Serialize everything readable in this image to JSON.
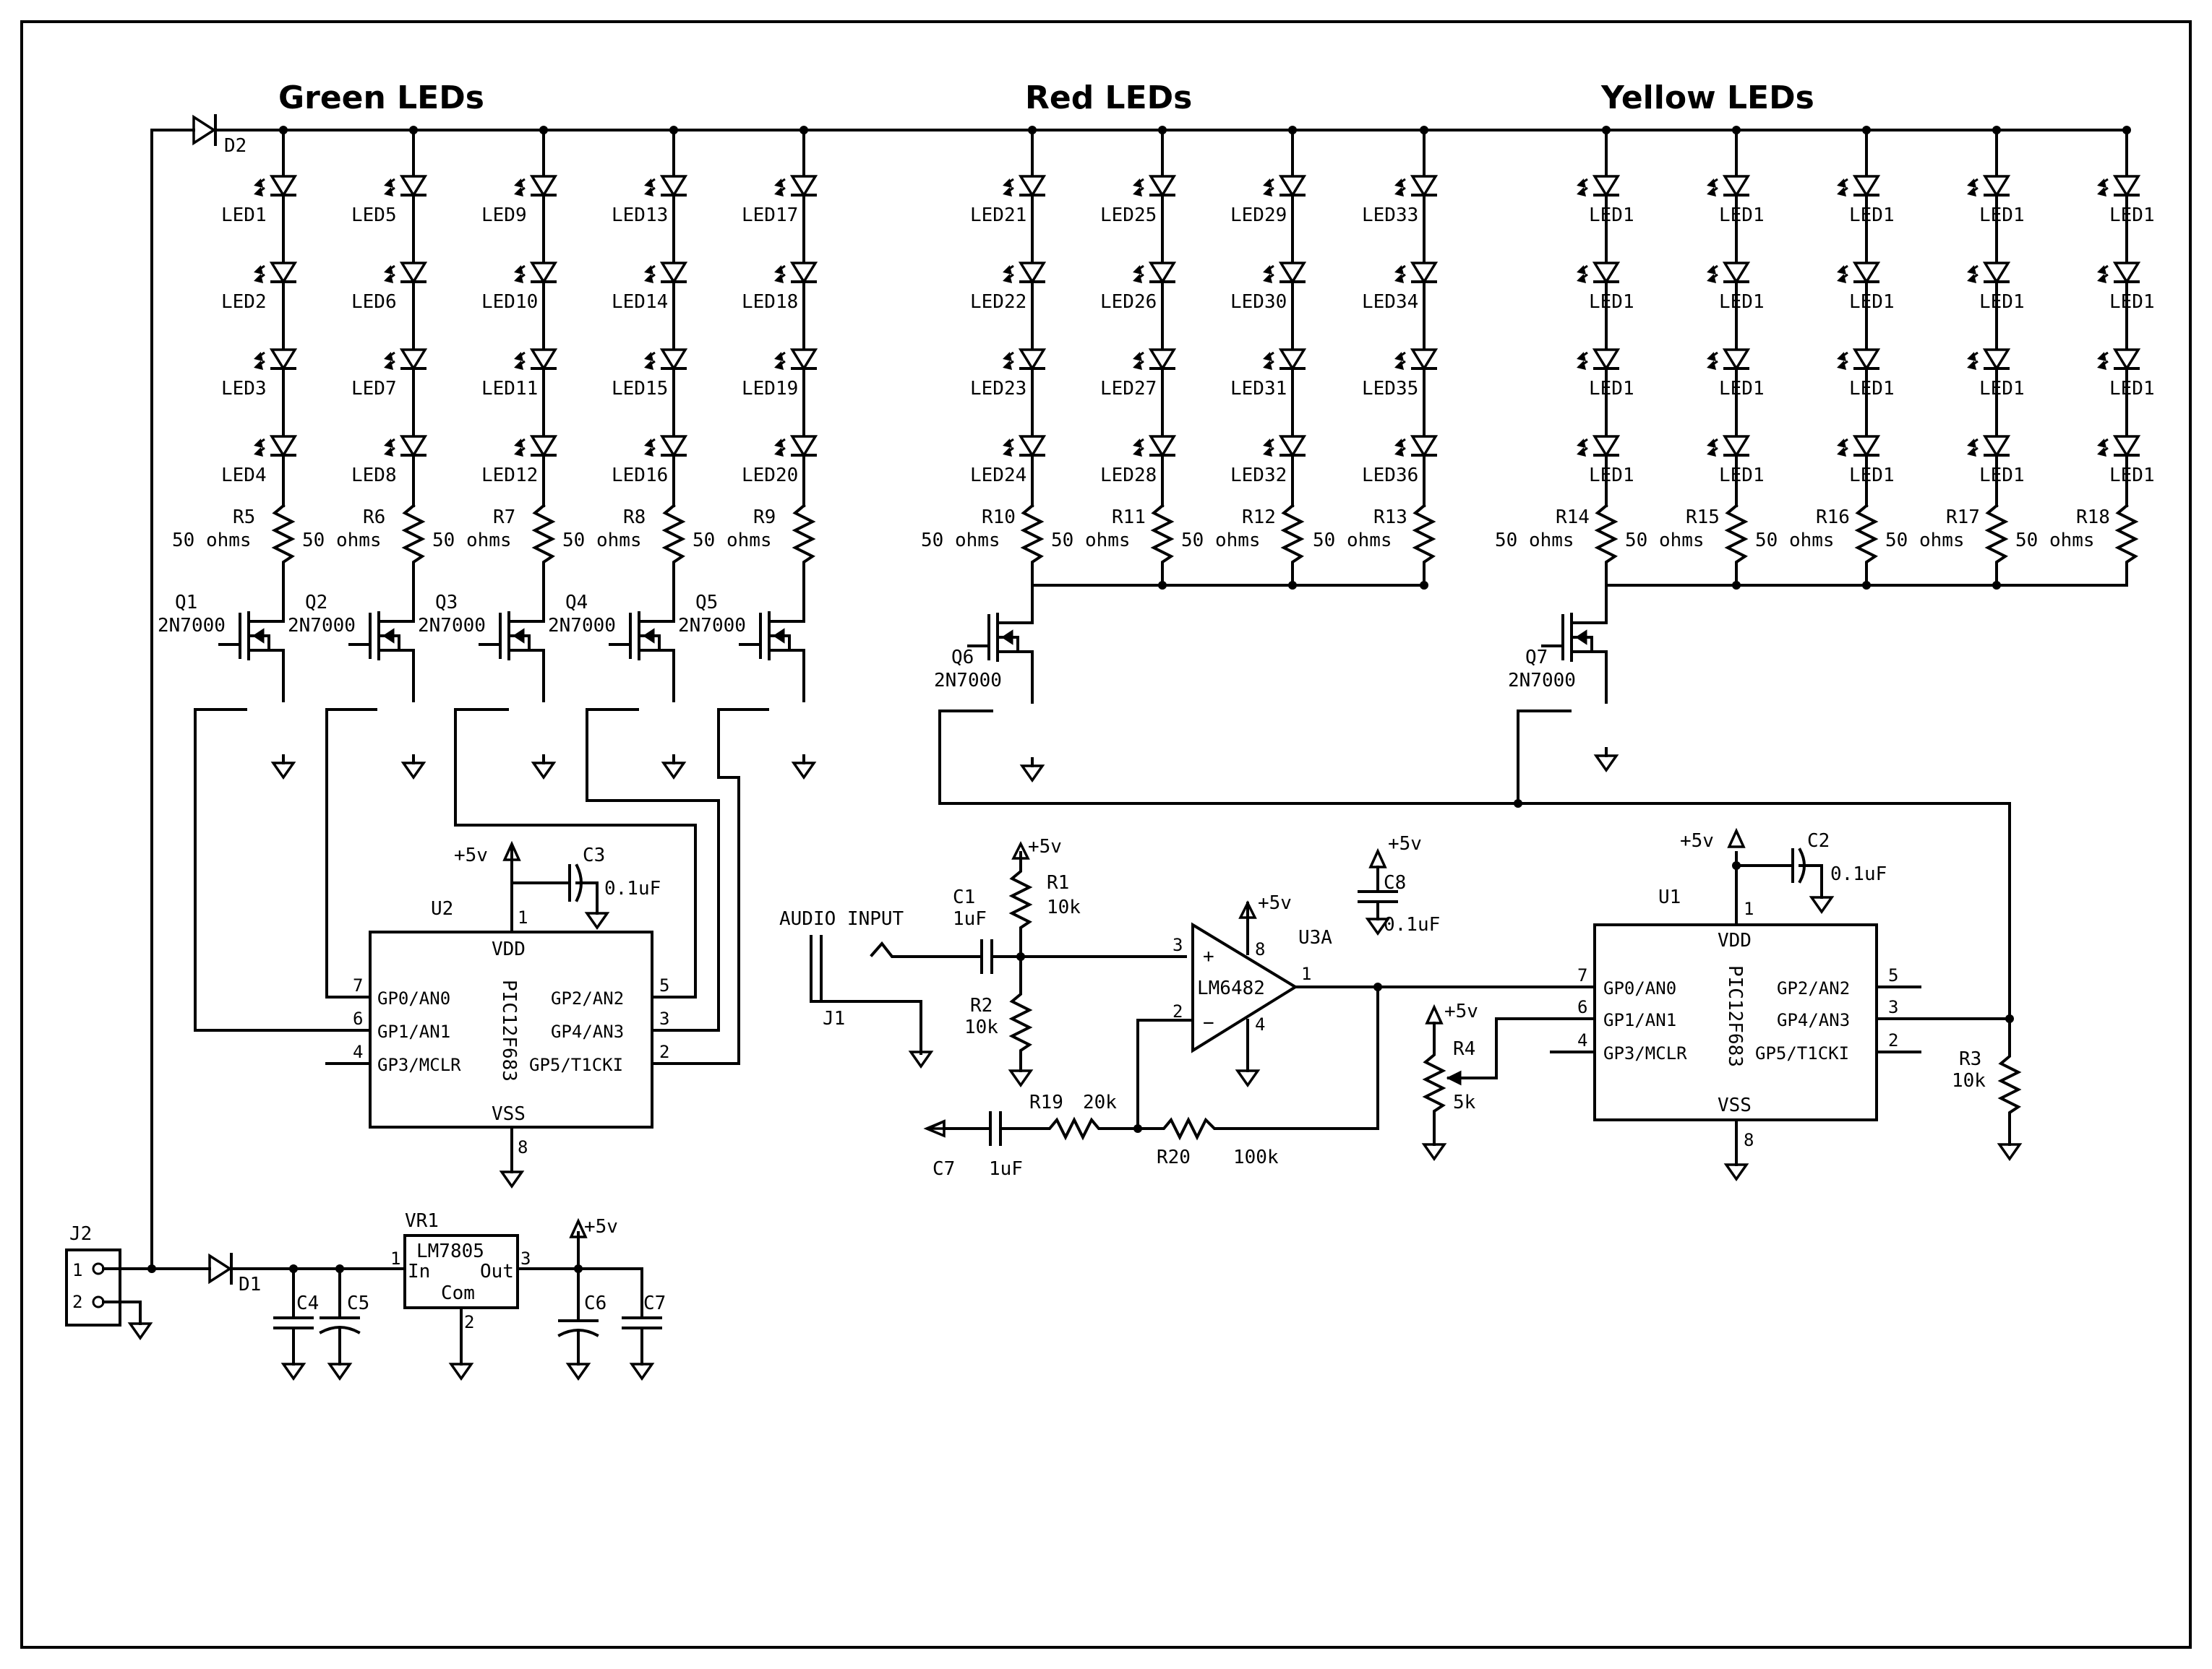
{
  "headers": {
    "green": "Green LEDs",
    "red": "Red LEDs",
    "yellow": "Yellow LEDs"
  },
  "ground_symbols": "ground",
  "green": {
    "columns": [
      {
        "leds": [
          "LED1",
          "LED2",
          "LED3",
          "LED4"
        ],
        "res": "R5",
        "q": "Q1"
      },
      {
        "leds": [
          "LED5",
          "LED6",
          "LED7",
          "LED8"
        ],
        "res": "R6",
        "q": "Q2"
      },
      {
        "leds": [
          "LED9",
          "LED10",
          "LED11",
          "LED12"
        ],
        "res": "R7",
        "q": "Q3"
      },
      {
        "leds": [
          "LED13",
          "LED14",
          "LED15",
          "LED16"
        ],
        "res": "R8",
        "q": "Q4"
      },
      {
        "leds": [
          "LED17",
          "LED18",
          "LED19",
          "LED20"
        ],
        "res": "R9",
        "q": "Q5"
      }
    ]
  },
  "red": {
    "columns": [
      {
        "leds": [
          "LED21",
          "LED22",
          "LED23",
          "LED24"
        ],
        "res": "R10"
      },
      {
        "leds": [
          "LED25",
          "LED26",
          "LED27",
          "LED28"
        ],
        "res": "R11"
      },
      {
        "leds": [
          "LED29",
          "LED30",
          "LED31",
          "LED32"
        ],
        "res": "R12"
      },
      {
        "leds": [
          "LED33",
          "LED34",
          "LED35",
          "LED36"
        ],
        "res": "R13"
      }
    ],
    "q": "Q6"
  },
  "yellow": {
    "columns": [
      {
        "leds": [
          "LED1",
          "LED1",
          "LED1",
          "LED1"
        ],
        "res": "R14"
      },
      {
        "leds": [
          "LED1",
          "LED1",
          "LED1",
          "LED1"
        ],
        "res": "R15"
      },
      {
        "leds": [
          "LED1",
          "LED1",
          "LED1",
          "LED1"
        ],
        "res": "R16"
      },
      {
        "leds": [
          "LED1",
          "LED1",
          "LED1",
          "LED1"
        ],
        "res": "R17"
      },
      {
        "leds": [
          "LED1",
          "LED1",
          "LED1",
          "LED1"
        ],
        "res": "R18"
      }
    ],
    "q": "Q7"
  },
  "labels": {
    "ohms": "50 ohms",
    "fet": "2N7000",
    "d1": "D1",
    "d2": "D2",
    "vdd": "VDD",
    "vss": "VSS",
    "pic": "PIC12F683",
    "u1": "U1",
    "u2": "U2",
    "u3": "U3A",
    "opamp": "LM6482",
    "plus5": "+5v",
    "audio": "AUDIO INPUT",
    "j1": "J1",
    "j2": "J2",
    "c1": "C1",
    "c1v": "1uF",
    "c2": "C2",
    "c3": "C3",
    "cap01": "0.1uF",
    "c4": "C4",
    "c5": "C5",
    "c6": "C6",
    "c7": "C7",
    "c8": "C8",
    "c7b": "C7",
    "c7bv": "1uF",
    "r1": "R1",
    "r1v": "10k",
    "r2": "R2",
    "r2v": "10k",
    "r3": "R3",
    "r3v": "10k",
    "r4": "R4",
    "r4v": "5k",
    "r19": "R19",
    "r19v": "20k",
    "r20": "R20",
    "r20v": "100k",
    "vr1": "VR1",
    "reg": "LM7805",
    "reg_in": "In",
    "reg_out": "Out",
    "reg_com": "Com",
    "oa_plus": "+",
    "oa_minus": "−"
  },
  "mcu_pins": {
    "gp0": "GP0/AN0",
    "gp1": "GP1/AN1",
    "gp3": "GP3/MCLR",
    "gp2": "GP2/AN2",
    "gp4": "GP4/AN3",
    "gp5": "GP5/T1CKI"
  },
  "pin_numbers": {
    "p1": "1",
    "p2": "2",
    "p3": "3",
    "p4": "4",
    "p5": "5",
    "p6": "6",
    "p7": "7",
    "p8": "8"
  }
}
